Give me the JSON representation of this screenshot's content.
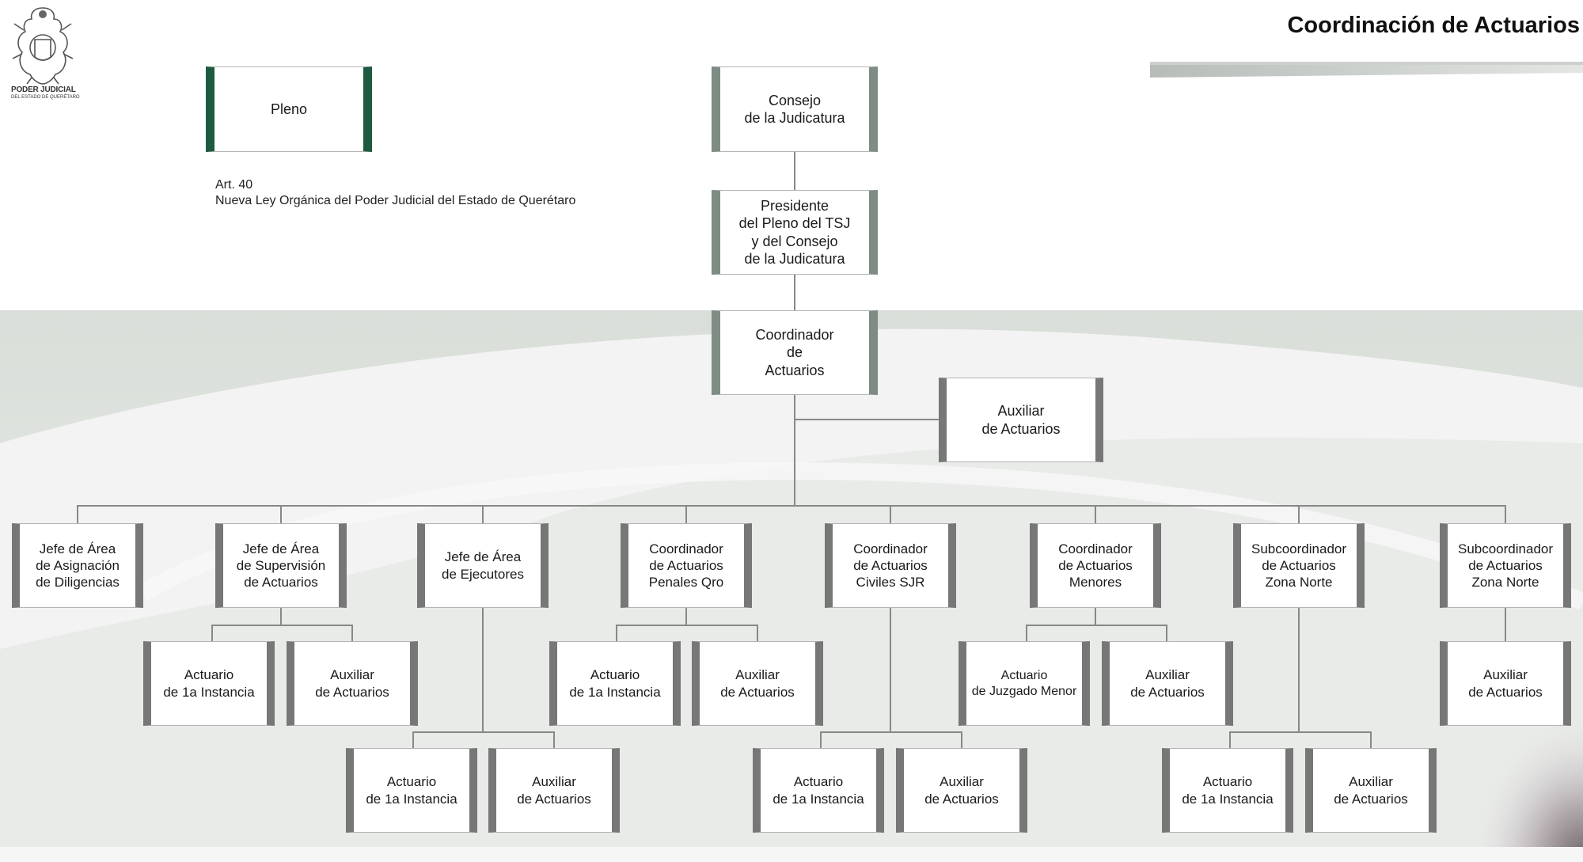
{
  "header": {
    "title": "Coordinación de Actuarios"
  },
  "logo": {
    "line1": "PODER JUDICIAL",
    "line2": "DEL ESTADO DE QUERÉTARO"
  },
  "note": {
    "line1": "Art. 40",
    "line2": "Nueva Ley Orgánica del Poder Judicial del Estado de Querétaro"
  },
  "boxes": {
    "pleno": "Pleno",
    "consejo": "Consejo\nde la Judicatura",
    "presidente": "Presidente\ndel Pleno del TSJ\ny del Consejo\nde la Judicatura",
    "coordinador": "Coordinador\nde\nActuarios",
    "auxiliar_top": "Auxiliar\nde Actuarios",
    "jefe_asignacion": "Jefe de Área\nde Asignación\nde Diligencias",
    "jefe_supervision": "Jefe de Área\nde Supervisión\nde Actuarios",
    "jefe_ejecutores": "Jefe de Área\nde Ejecutores",
    "coord_penales": "Coordinador\nde Actuarios\nPenales Qro",
    "coord_civiles": "Coordinador\nde Actuarios\nCiviles SJR",
    "coord_menores": "Coordinador\nde Actuarios\nMenores",
    "sub_norte_1": "Subcoordinador\nde Actuarios\nZona Norte",
    "sub_norte_2": "Subcoordinador\nde Actuarios\nZona Norte",
    "sup_actuario": "Actuario\nde 1a Instancia",
    "sup_auxiliar": "Auxiliar\nde Actuarios",
    "pen_actuario": "Actuario\nde 1a Instancia",
    "pen_auxiliar": "Auxiliar\nde Actuarios",
    "men_actuario": "Actuario\nde Juzgado Menor",
    "men_auxiliar": "Auxiliar\nde Actuarios",
    "sub2_auxiliar": "Auxiliar\nde Actuarios",
    "eje_actuario": "Actuario\nde 1a Instancia",
    "eje_auxiliar": "Auxiliar\nde Actuarios",
    "civ_actuario": "Actuario\nde 1a Instancia",
    "civ_auxiliar": "Auxiliar\nde Actuarios",
    "sub1_actuario": "Actuario\nde 1a Instancia",
    "sub1_auxiliar": "Auxiliar\nde Actuarios"
  }
}
